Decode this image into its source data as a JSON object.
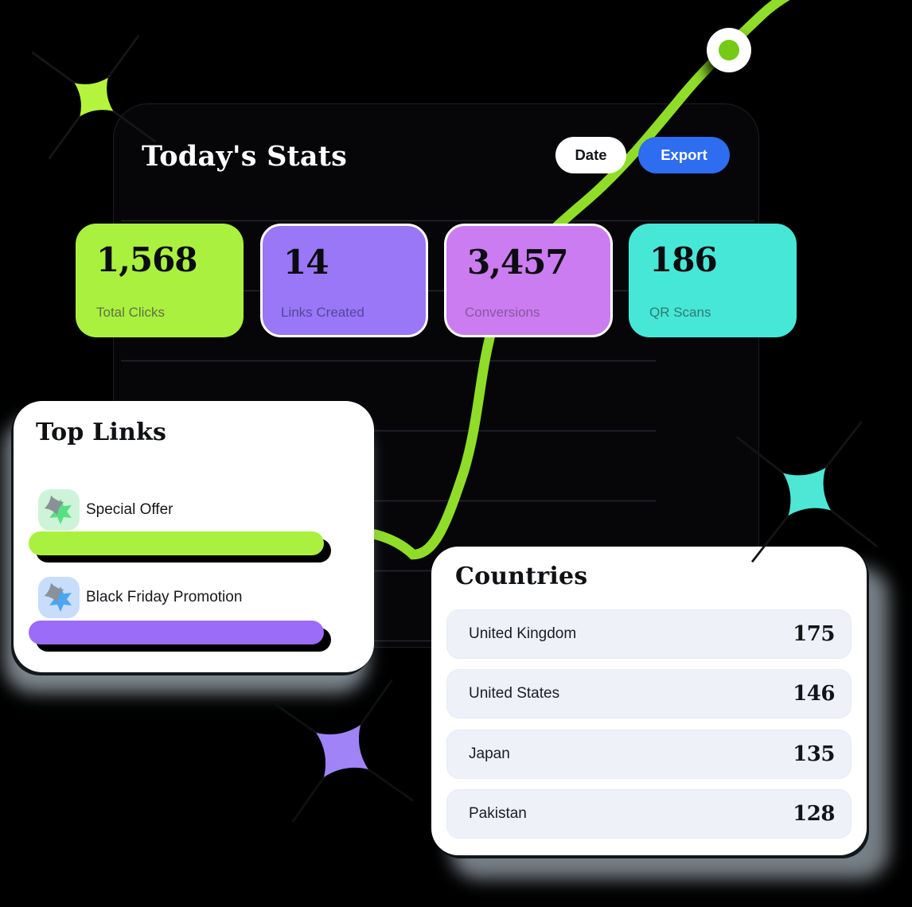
{
  "header": {
    "title": "Today's Stats",
    "date_label": "Date",
    "export_label": "Export"
  },
  "stats": {
    "cards": [
      {
        "value": "1,568",
        "label": "Total Clicks",
        "bg": "#a9f13e"
      },
      {
        "value": "14",
        "label": "Links Created",
        "bg": "#9a77f6"
      },
      {
        "value": "3,457",
        "label": "Conversions",
        "bg": "#cc7cf1"
      },
      {
        "value": "186",
        "label": "QR Scans",
        "bg": "#47e7d7"
      }
    ]
  },
  "top_links": {
    "title": "Top Links",
    "items": [
      {
        "label": "Special Offer",
        "bar_color": "#a9f13e",
        "icon": "burst-star-green-icon"
      },
      {
        "label": "Black Friday Promotion",
        "bar_color": "#9b6cf8",
        "icon": "burst-star-blue-icon"
      }
    ]
  },
  "countries": {
    "title": "Countries",
    "rows": [
      {
        "name": "United Kingdom",
        "value": "175"
      },
      {
        "name": "United States",
        "value": "146"
      },
      {
        "name": "Japan",
        "value": "135"
      },
      {
        "name": "Pakistan",
        "value": "128"
      }
    ]
  },
  "chart": {
    "type": "line",
    "style": "decorative-growth-curve",
    "line_color": "#8fdd28",
    "marker": "white-ring-green-dot",
    "gridlines": 7
  },
  "decorations": [
    "sparkle-lime",
    "sparkle-teal",
    "sparkle-purple"
  ],
  "colors": {
    "background": "#000000",
    "accent_blue": "#2e6cf0",
    "lime": "#a9f13e",
    "purple": "#9a77f6",
    "orchid": "#cc7cf1",
    "teal": "#47e7d7",
    "shadow_gray": "#97a1ab"
  }
}
